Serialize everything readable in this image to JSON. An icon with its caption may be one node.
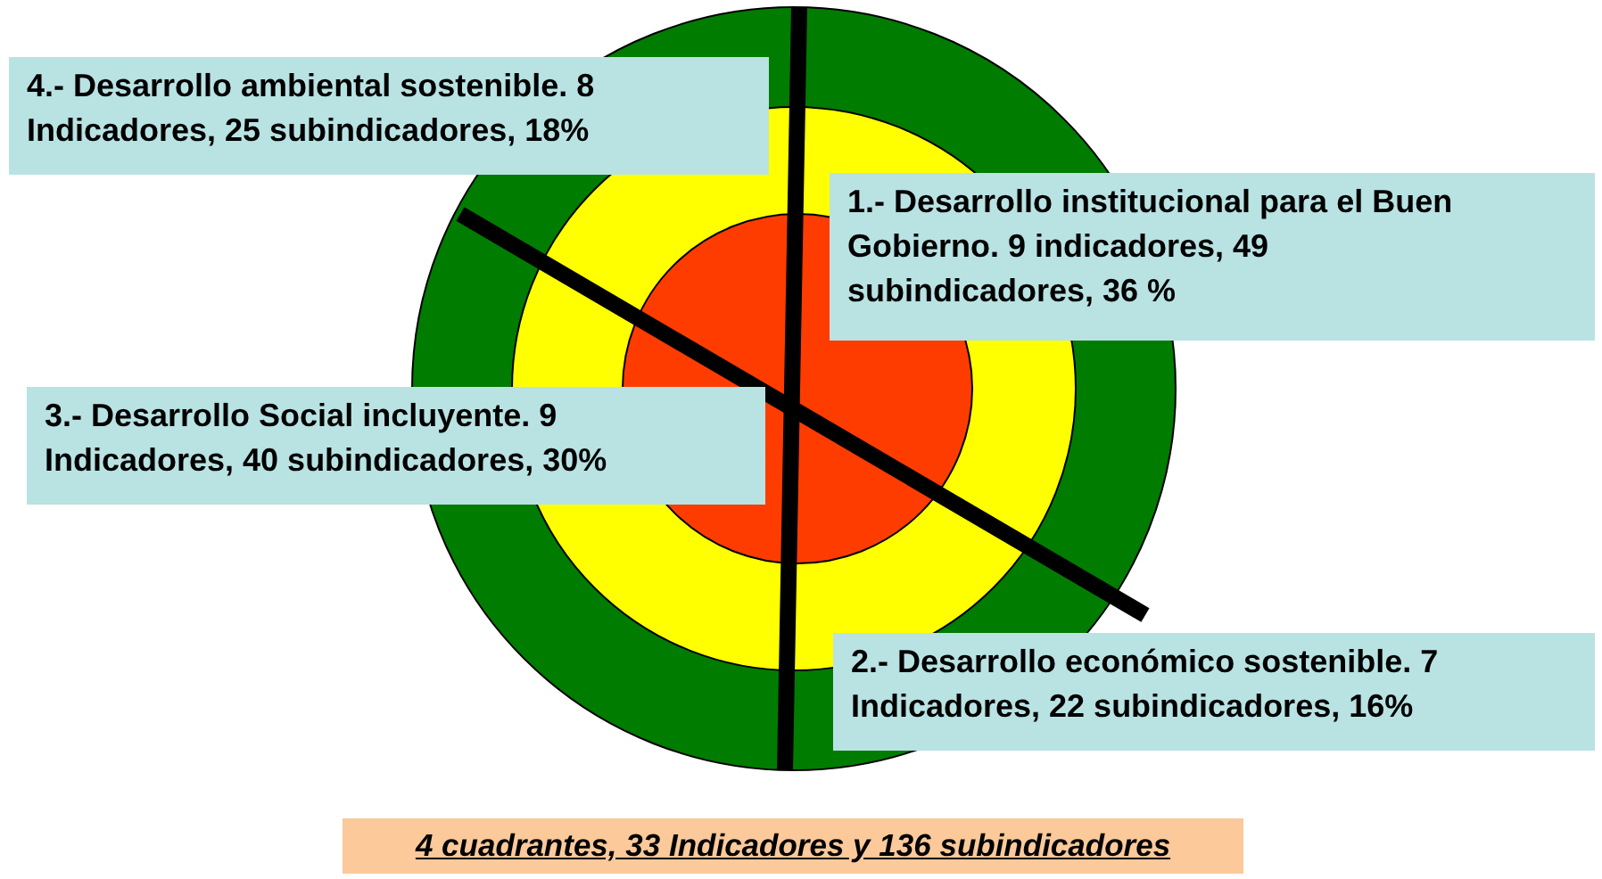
{
  "diagram": {
    "nodes": [
      {
        "text": [
          "4.- Desarrollo ambiental sostenible. 8 Indicadores, 25 subindicadores, 18%"
        ]
      },
      {
        "text": [
          "1.- Desarrollo institucional para el Buen Gobierno. 9 indicadores, 49 subindicadores, 36 %"
        ]
      },
      {
        "text": [
          "3.- Desarrollo Social incluyente. 9 Indicadores, 40 subindicadores, 30%"
        ]
      },
      {
        "text": [
          "2.- Desarrollo económico sostenible. 7 Indicadores, 22 subindicadores, 16%"
        ]
      }
    ],
    "caption": "4 cuadrantes, 33 Indicadores y 136 subindicadores"
  }
}
